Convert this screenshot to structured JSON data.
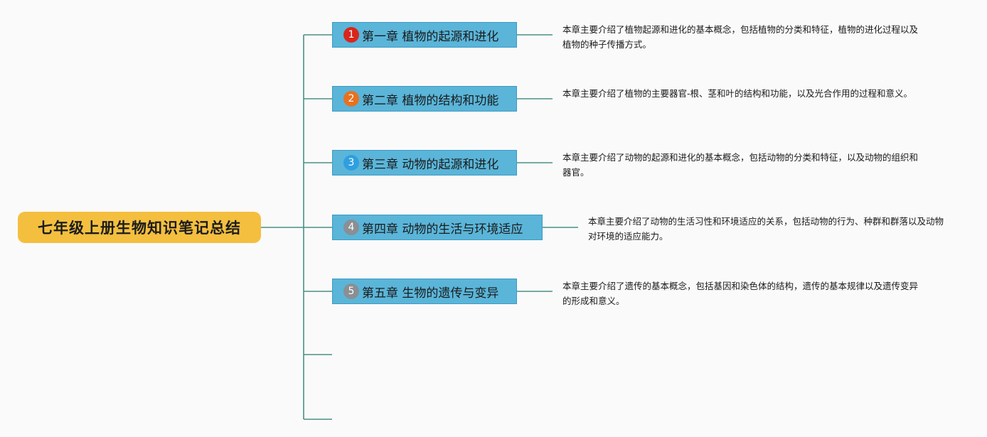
{
  "root": {
    "label": "七年级上册生物知识笔记总结"
  },
  "colors": {
    "root_fill": "#f4bf3f",
    "topic_fill": "#5ab5d9",
    "line": "#4a8f84"
  },
  "chapters": [
    {
      "number": "1",
      "badge_color": "#d9261c",
      "title": "第一章 植物的起源和进化",
      "description": "本章主要介绍了植物起源和进化的基本概念，包括植物的分类和特征，植物的进化过程以及植物的种子传播方式。"
    },
    {
      "number": "2",
      "badge_color": "#e8711f",
      "title": "第二章 植物的结构和功能",
      "description": "本章主要介绍了植物的主要器官-根、茎和叶的结构和功能，以及光合作用的过程和意义。"
    },
    {
      "number": "3",
      "badge_color": "#2f9fe0",
      "title": "第三章 动物的起源和进化",
      "description": "本章主要介绍了动物的起源和进化的基本概念，包括动物的分类和特征，以及动物的组织和器官。"
    },
    {
      "number": "4",
      "badge_color": "#8a8f93",
      "title": "第四章 动物的生活与环境适应",
      "description": "本章主要介绍了动物的生活习性和环境适应的关系，包括动物的行为、种群和群落以及动物对环境的适应能力。"
    },
    {
      "number": "5",
      "badge_color": "#8a8f93",
      "title": "第五章 生物的遗传与变异",
      "description": "本章主要介绍了遗传的基本概念，包括基因和染色体的结构，遗传的基本规律以及遗传变异的形成和意义。"
    }
  ]
}
